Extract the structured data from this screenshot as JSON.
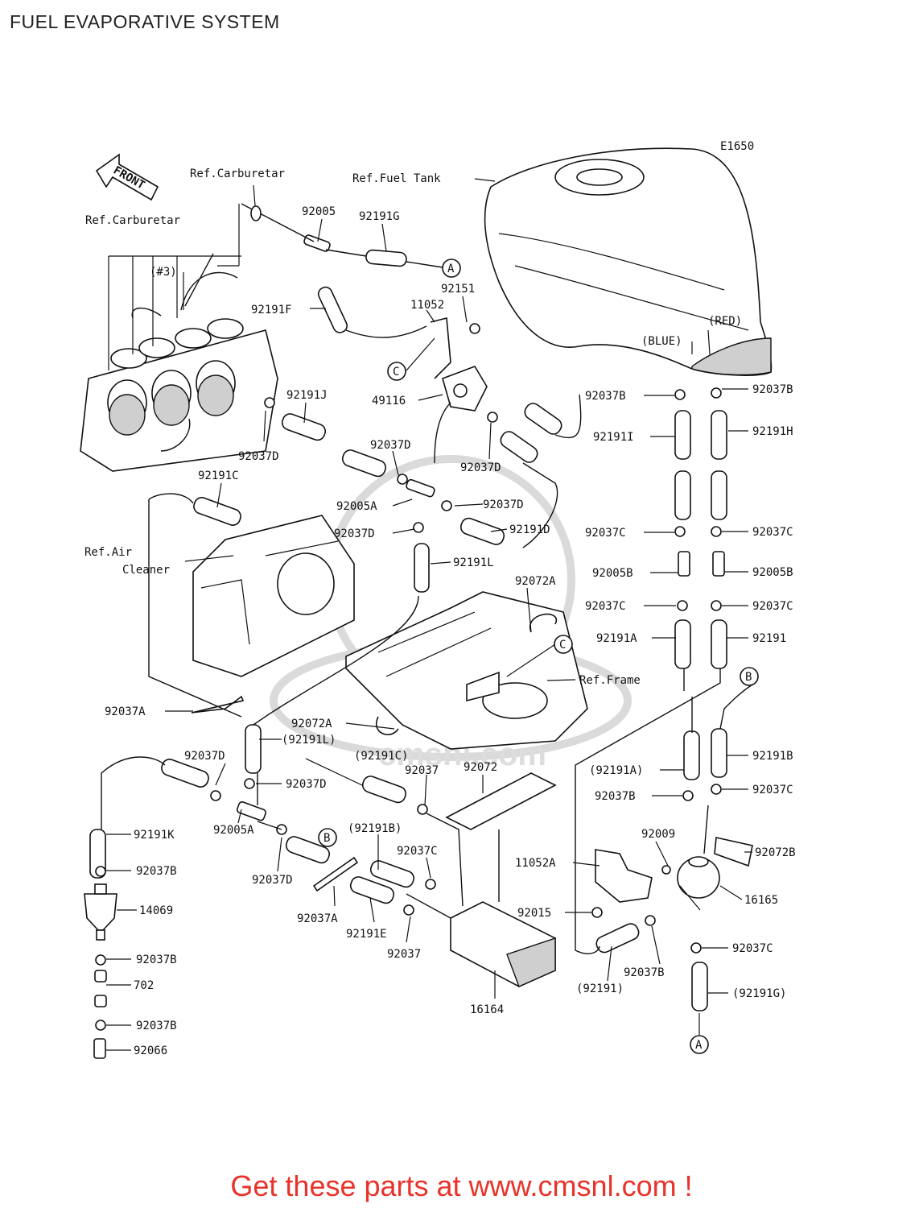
{
  "title": "FUEL EVAPORATIVE SYSTEM",
  "footer": "Get these parts at www.cmsnl.com !",
  "diagram_code": "E1650",
  "front_arrow": "FRONT",
  "watermark": "cmsnl.com",
  "refs": {
    "carburetor_top": "Ref.Carburetar",
    "carburetor_left": "Ref.Carburetar",
    "cyl3": "(#3)",
    "fuel_tank": "Ref.Fuel Tank",
    "air_cleaner_1": "Ref.Air",
    "air_cleaner_2": "Cleaner",
    "frame": "Ref.Frame",
    "blue": "(BLUE)",
    "red": "(RED)"
  },
  "callouts": {
    "A": "A",
    "B": "B",
    "C": "C"
  },
  "parts": {
    "p92005": "92005",
    "p92191G": "92191G",
    "p92191F": "92191F",
    "p11052": "11052",
    "p92151": "92151",
    "p49116": "49116",
    "p92191J": "92191J",
    "p92037D_a": "92037D",
    "p92037D_b": "92037D",
    "p92037D_c": "92037D",
    "p92037D_d": "92037D",
    "p92037D_e": "92037D",
    "p92037D_f": "92037D",
    "p92037D_g": "92037D",
    "p92037D_h": "92037D",
    "p92005A_a": "92005A",
    "p92005A_b": "92005A",
    "p92191D": "92191D",
    "p92191L": "92191L",
    "p92191C": "92191C",
    "p92072A_a": "92072A",
    "p92072A_b": "92072A",
    "p92191L_ref": "(92191L)",
    "p92191C_ref": "(92191C)",
    "p92037A_a": "92037A",
    "p92037A_b": "92037A",
    "p92037": "92037",
    "p92037_b": "92037",
    "p92072": "92072",
    "p92191B_ref": "(92191B)",
    "p92037C_a": "92037C",
    "p92191E": "92191E",
    "p16164": "16164",
    "p92191K": "92191K",
    "p92037B_l1": "92037B",
    "p14069": "14069",
    "p92037B_l2": "92037B",
    "p702": "702",
    "p92037B_l3": "92037B",
    "p92066": "92066",
    "p92037B_r1": "92037B",
    "p92037B_r2": "92037B",
    "p92191I": "92191I",
    "p92191H": "92191H",
    "p92037C_r1": "92037C",
    "p92037C_r2": "92037C",
    "p92005B_l": "92005B",
    "p92005B_r": "92005B",
    "p92037C_r3": "92037C",
    "p92037C_r4": "92037C",
    "p92191A": "92191A",
    "p92191": "92191",
    "p92191A_ref": "(92191A)",
    "p92191B": "92191B",
    "p92037B_r3": "92037B",
    "p92037C_r5": "92037C",
    "p92009": "92009",
    "p11052A": "11052A",
    "p92072B": "92072B",
    "p16165": "16165",
    "p92015": "92015",
    "p92037C_r6": "92037C",
    "p92037B_r4": "92037B",
    "p92191_ref": "(92191)",
    "p92191G_ref": "(92191G)"
  },
  "colors": {
    "footer": "#e8332a",
    "ink": "#111111",
    "watermark": "#d6d6d6"
  }
}
